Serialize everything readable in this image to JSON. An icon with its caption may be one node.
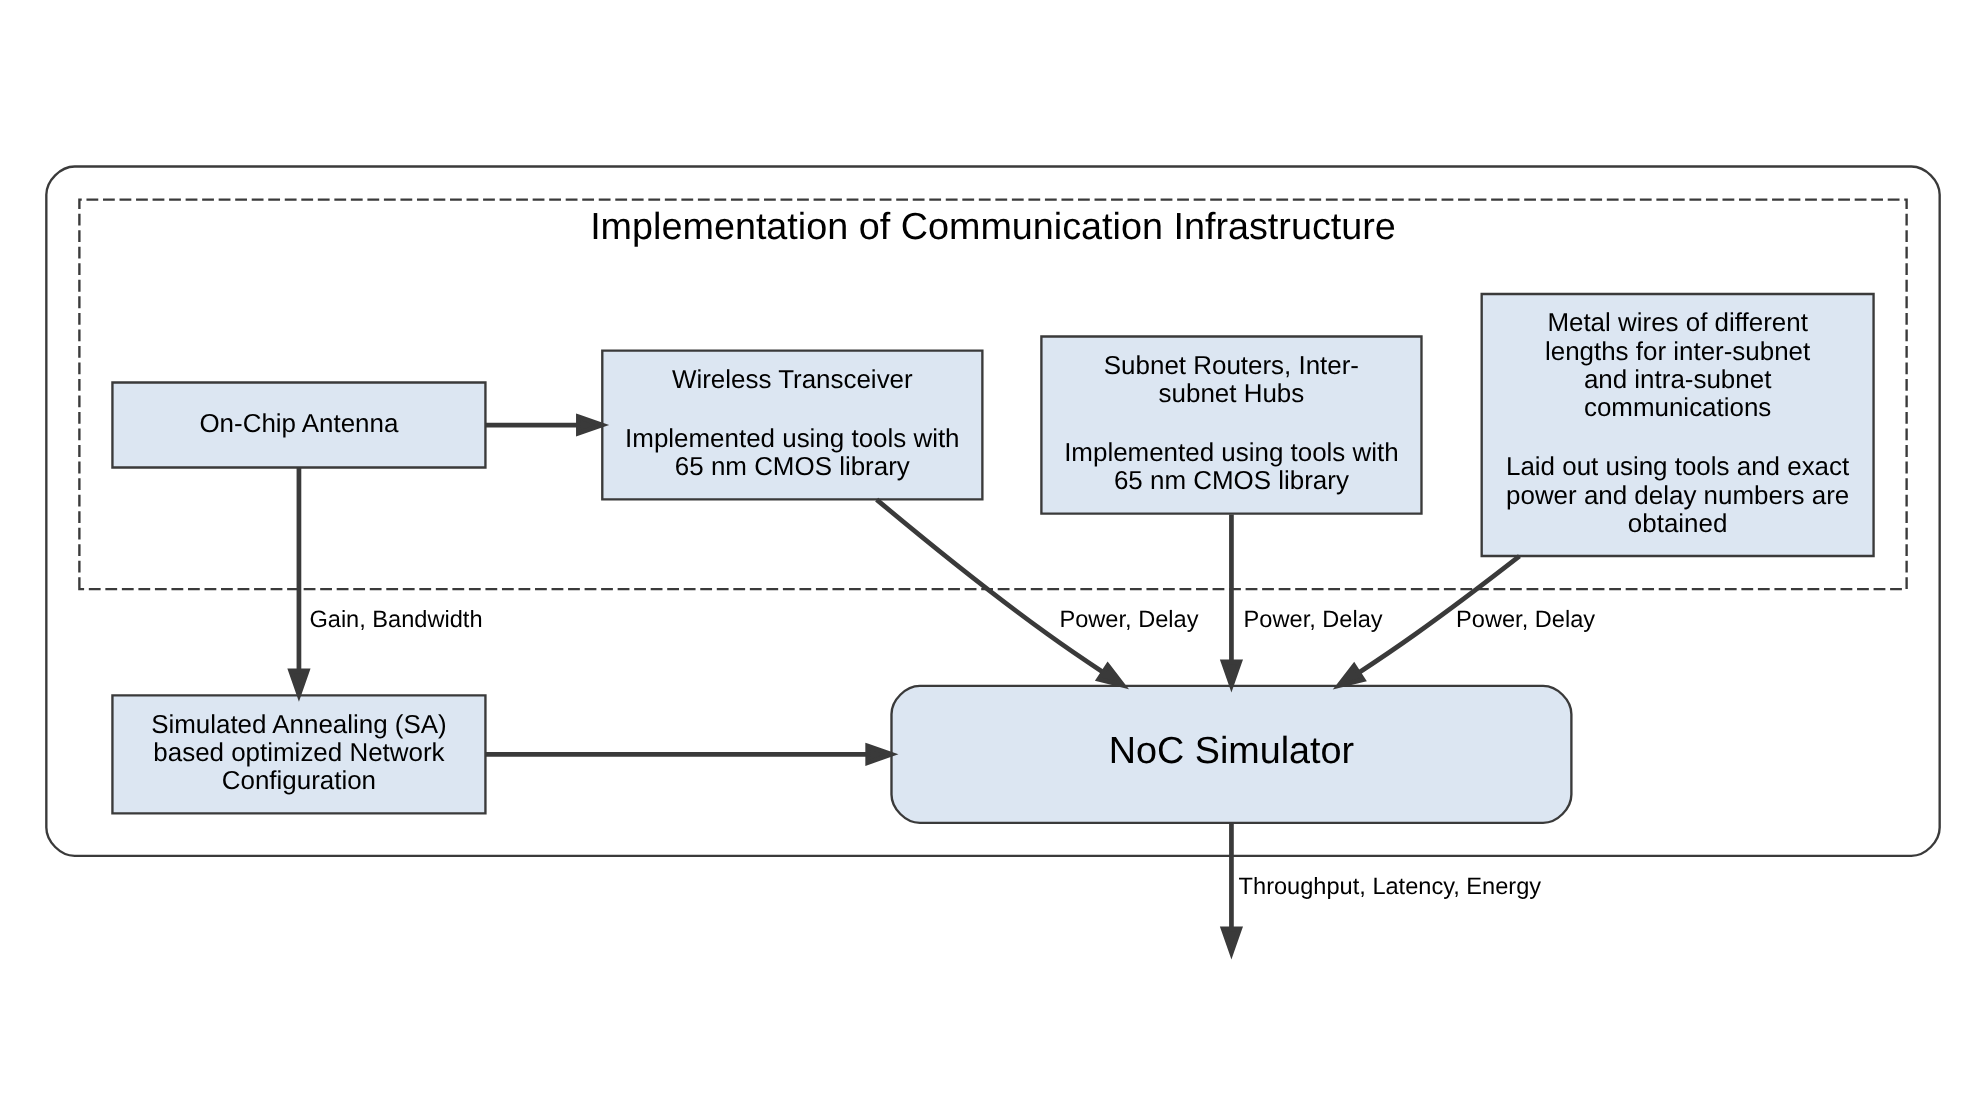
{
  "diagram": {
    "nodes": [
      {
        "text": [],
        "shape": "box"
      },
      {
        "text": [
          "Implementation of Communication Infrastructure"
        ],
        "in": 0
      },
      {
        "text": [
          "On-Chip Antenna"
        ],
        "in": 1
      },
      {
        "text": [
          "Wireless Transceiver",
          "Implemented using tools with 65 nm CMOS library"
        ],
        "in": 1
      },
      {
        "text": [
          "Subnet Routers, Inter-subnet Hubs",
          "Implemented using tools with 65 nm CMOS library"
        ],
        "in": 1
      },
      {
        "text": [
          "Metal wires of different lengths for inter-subnet and intra-subnet communications",
          "Laid out using tools and exact power and delay numbers are obtained"
        ],
        "in": 1
      },
      {
        "text": [
          "Simulated Annealing (SA) based optimized Network Configuration"
        ],
        "in": 0
      },
      {
        "text": [
          "NoC Simulator"
        ],
        "in": 0
      }
    ],
    "edges": [
      {
        "from": 2,
        "to": 6,
        "arrow": "to",
        "label": "Gain, Bandwidth"
      },
      {
        "from": 2,
        "to": 3,
        "arrow": "to"
      },
      {
        "from": 3,
        "to": 7,
        "arrow": "to",
        "label": "Power, Delay"
      },
      {
        "from": 4,
        "to": 7,
        "arrow": "to",
        "label": "Power, Delay"
      },
      {
        "from": 5,
        "to": 7,
        "arrow": "to",
        "label": "Power, Delay"
      },
      {
        "from": 6,
        "to": 7,
        "arrow": "to"
      },
      {
        "from": 7,
        "to": null,
        "arrow": "to",
        "label": "Throughput, Latency, Energy"
      }
    ]
  }
}
